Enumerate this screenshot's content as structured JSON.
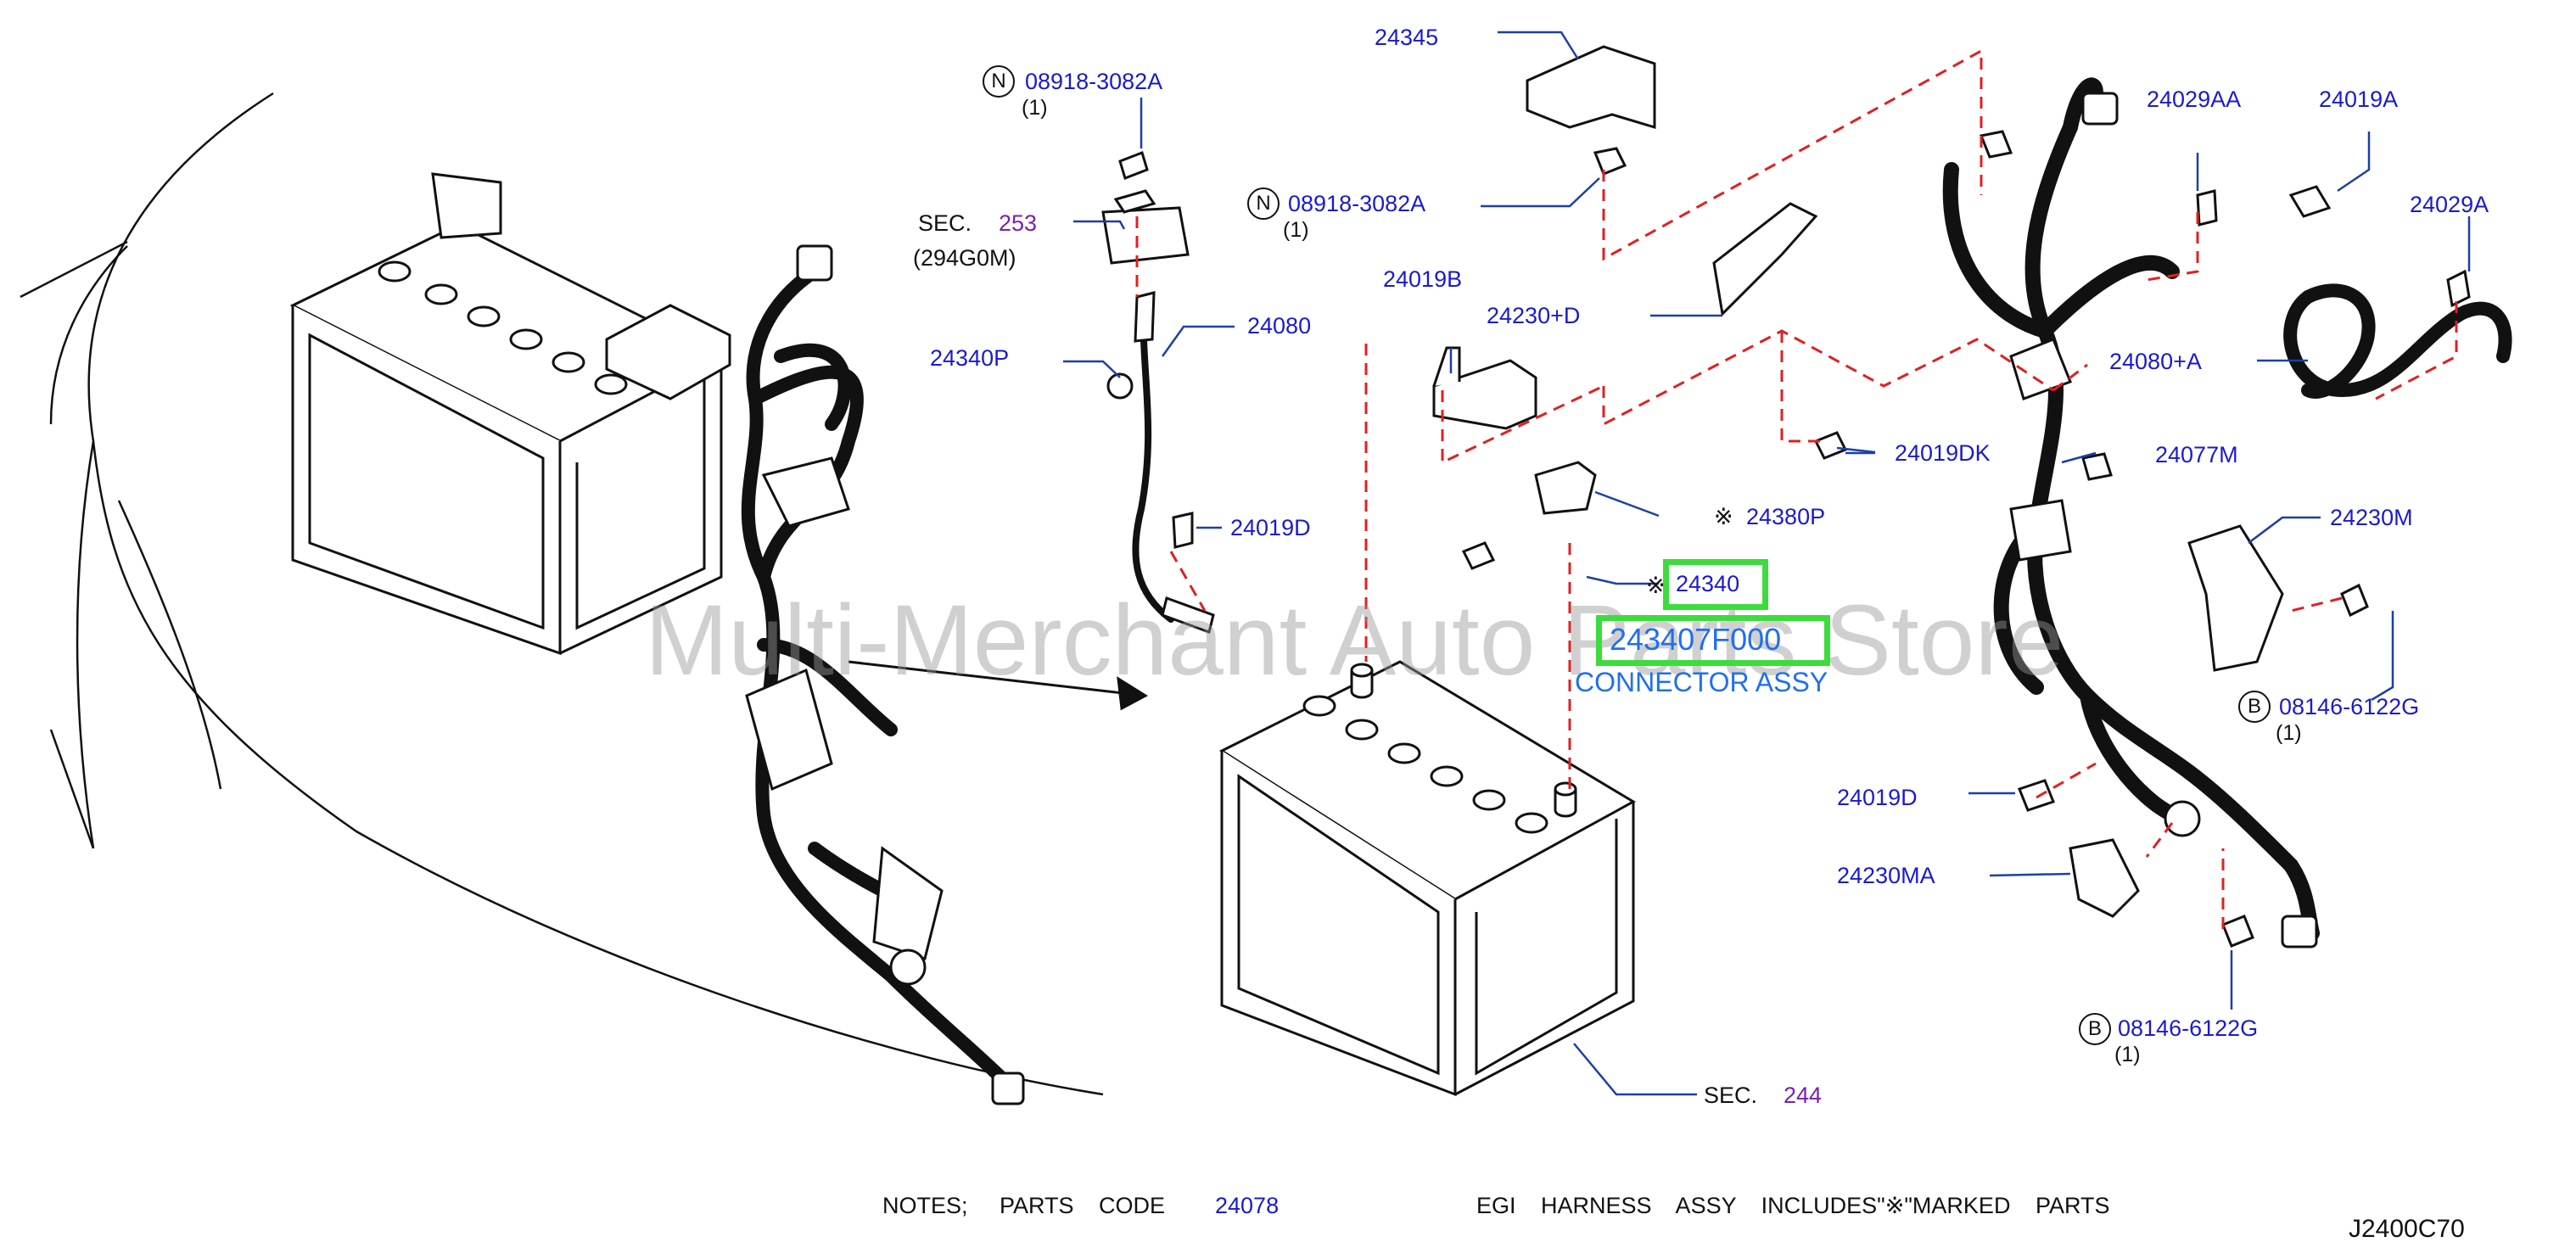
{
  "diagram_code": "J2400C70",
  "watermark": "Multi-Merchant Auto Parts Store",
  "highlight": {
    "part_no": "24340",
    "catalog_no": "243407F000",
    "description": "CONNECTOR ASSY",
    "mark": "※"
  },
  "parts": {
    "p24345": "24345",
    "p08918a": "08918-3082A",
    "p08918b": "08918-3082A",
    "p24080": "24080",
    "p24340p": "24340P",
    "p24019d_top": "24019D",
    "p24019b": "24019B",
    "p24230d": "24230+D",
    "p24019dk": "24019DK",
    "p24380p": "24380P",
    "p24029aa": "24029AA",
    "p24019a": "24019A",
    "p24029a": "24029A",
    "p24080a": "24080+A",
    "p24077m": "24077M",
    "p24230m": "24230M",
    "p08146a": "08146-6122G",
    "p24019d_bot": "24019D",
    "p24230ma": "24230MA",
    "p08146b": "08146-6122G"
  },
  "symbols": {
    "n": "N",
    "b": "B",
    "qty": "(1)",
    "mark": "※"
  },
  "sec_ref_1": {
    "prefix": "SEC.",
    "num": "253",
    "sub": "(294G0M)"
  },
  "sec_ref_2": {
    "prefix": "SEC.",
    "num": "244"
  },
  "notes": {
    "label": "NOTES;",
    "parts_code_label": "PARTS CODE",
    "parts_code": "24078",
    "harness_text": "EGI HARNESS ASSY INCLUDES\"※\"MARKED PARTS"
  },
  "colors": {
    "part_blue": "#1a1ad0",
    "sec_purple": "#7a1fb5",
    "highlight_green": "#3ddc3d",
    "leader": "#1c3fa8",
    "dashed": "#e02020"
  }
}
